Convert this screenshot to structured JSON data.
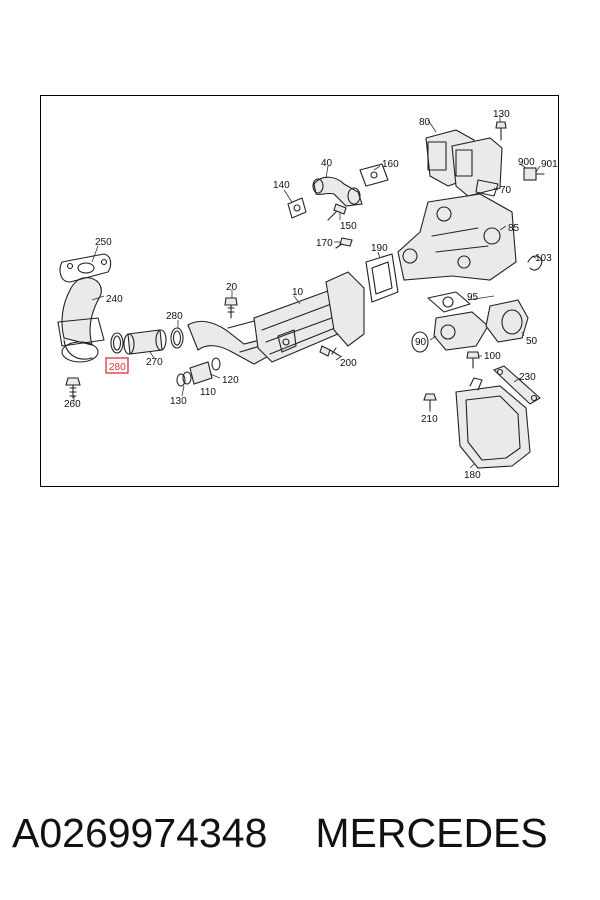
{
  "diagram": {
    "labels": [
      {
        "id": "10",
        "text": "10"
      },
      {
        "id": "20",
        "text": "20"
      },
      {
        "id": "40",
        "text": "40"
      },
      {
        "id": "50",
        "text": "50"
      },
      {
        "id": "70",
        "text": "70"
      },
      {
        "id": "80",
        "text": "80"
      },
      {
        "id": "85",
        "text": "85"
      },
      {
        "id": "90",
        "text": "90"
      },
      {
        "id": "95",
        "text": "95"
      },
      {
        "id": "100",
        "text": "100"
      },
      {
        "id": "103",
        "text": "103"
      },
      {
        "id": "110",
        "text": "110"
      },
      {
        "id": "120",
        "text": "120"
      },
      {
        "id": "130a",
        "text": "130"
      },
      {
        "id": "130b",
        "text": "130"
      },
      {
        "id": "140",
        "text": "140"
      },
      {
        "id": "150",
        "text": "150"
      },
      {
        "id": "160",
        "text": "160"
      },
      {
        "id": "170",
        "text": "170"
      },
      {
        "id": "180",
        "text": "180"
      },
      {
        "id": "190",
        "text": "190"
      },
      {
        "id": "200",
        "text": "200"
      },
      {
        "id": "210",
        "text": "210"
      },
      {
        "id": "230",
        "text": "230"
      },
      {
        "id": "240",
        "text": "240"
      },
      {
        "id": "250",
        "text": "250"
      },
      {
        "id": "260",
        "text": "260"
      },
      {
        "id": "270",
        "text": "270"
      },
      {
        "id": "280a",
        "text": "280"
      },
      {
        "id": "280b",
        "text": "280"
      },
      {
        "id": "900",
        "text": "900"
      },
      {
        "id": "901",
        "text": "901"
      }
    ],
    "highlight_color": "#e0303a"
  },
  "caption": {
    "part_number": "A0269974348",
    "brand": "MERCEDES"
  }
}
